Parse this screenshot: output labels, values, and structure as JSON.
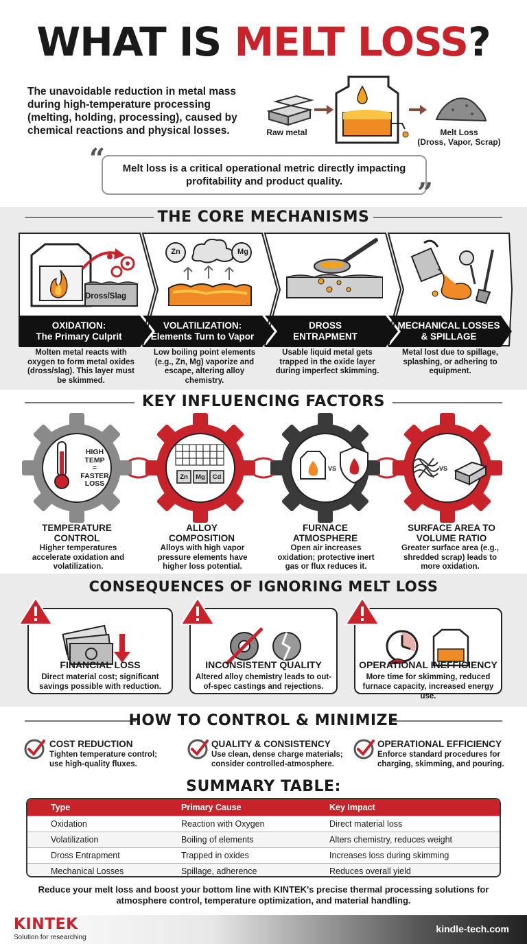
{
  "header": {
    "title_part1": "WHAT IS ",
    "title_part2": "MELT LOSS",
    "title_part3": "?",
    "intro": "The unavoidable reduction in metal mass during high-temperature processing (melting, holding, processing), caused by chemical reactions and physical losses.",
    "raw_label": "Raw metal",
    "loss_label_1": "Melt Loss",
    "loss_label_2": "(Dross, Vapor, Scrap)",
    "quote": "Melt loss is a critical operational metric directly impacting profitability and product quality."
  },
  "mechanisms": {
    "title": "THE CORE MECHANISMS",
    "dross_label": "Dross/Slag",
    "items": [
      {
        "title_1": "OXIDATION:",
        "title_2": "The Primary Culprit",
        "desc": "Molten metal reacts with oxygen to form metal oxides (dross/slag). This layer must be skimmed."
      },
      {
        "title_1": "VOLATILIZATION:",
        "title_2": "Elements Turn to Vapor",
        "desc": "Low boiling point elements (e.g., Zn, Mg) vaporize and escape, altering alloy chemistry.",
        "el1": "Zn",
        "el2": "Mg"
      },
      {
        "title_1": "DROSS",
        "title_2": "ENTRAPMENT",
        "desc": "Usable liquid metal gets trapped in the oxide layer during imperfect skimming."
      },
      {
        "title_1": "MECHANICAL LOSSES",
        "title_2": "& SPILLAGE",
        "desc": "Metal lost due to spillage, splashing, or adhering to equipment."
      }
    ]
  },
  "factors": {
    "title": "KEY INFLUENCING FACTORS",
    "temp_lines": [
      "HIGH",
      "TEMP",
      "=",
      "FASTER",
      "LOSS"
    ],
    "elements": [
      "Zn",
      "Mg",
      "Cd"
    ],
    "vs": "VS",
    "items": [
      {
        "title_1": "TEMPERATURE",
        "title_2": "CONTROL",
        "desc": "Higher temperatures accelerate oxidation and volatilization."
      },
      {
        "title_1": "ALLOY",
        "title_2": "COMPOSITION",
        "desc": "Alloys with high vapor pressure elements have higher loss potential."
      },
      {
        "title_1": "FURNACE",
        "title_2": "ATMOSPHERE",
        "desc": "Open air increases oxidation; protective inert gas or flux reduces it."
      },
      {
        "title_1": "SURFACE AREA TO",
        "title_2": "VOLUME RATIO",
        "desc": "Greater surface area (e.g., shredded scrap) leads to more oxidation."
      }
    ]
  },
  "consequences": {
    "title": "CONSEQUENCES OF IGNORING MELT LOSS",
    "items": [
      {
        "title": "FINANCIAL LOSS",
        "desc": "Direct material cost; significant savings possible with reduction."
      },
      {
        "title": "INCONSISTENT QUALITY",
        "desc": "Altered alloy chemistry leads to out-of-spec castings and rejections."
      },
      {
        "title": "OPERATIONAL INEFFICIENCY",
        "desc": "More time for skimming, reduced furnace capacity, increased energy use."
      }
    ]
  },
  "control": {
    "title": "HOW TO CONTROL & MINIMIZE",
    "items": [
      {
        "title": "COST REDUCTION",
        "desc": "Tighten temperature control; use high-quality fluxes."
      },
      {
        "title": "QUALITY & CONSISTENCY",
        "desc": "Use clean, dense charge materials; consider controlled-atmosphere."
      },
      {
        "title": "OPERATIONAL EFFICIENCY",
        "desc": "Enforce standard procedures for charging, skimming, and pouring."
      }
    ]
  },
  "summary": {
    "title": "SUMMARY TABLE:",
    "headers": [
      "Type",
      "Primary Cause",
      "Key Impact"
    ],
    "rows": [
      [
        "Oxidation",
        "Reaction with Oxygen",
        "Direct material loss"
      ],
      [
        "Volatilization",
        "Boiling of elements",
        "Alters chemistry, reduces weight"
      ],
      [
        "Dross Entrapment",
        "Trapped in oxides",
        "Increases loss during skimming"
      ],
      [
        "Mechanical Losses",
        "Spillage, adherence",
        "Reduces overall yield"
      ]
    ]
  },
  "closing": "Reduce your melt loss and boost your bottom line with KINTEK's precise thermal processing solutions for atmosphere control, temperature optimization, and material handling.",
  "footer": {
    "brand": "KINTEK",
    "tagline": "Solution for researching",
    "site": "kindle-tech.com"
  },
  "colors": {
    "accent": "#c8232b",
    "dark": "#111111",
    "gear_gray": "#8a8a8a"
  }
}
